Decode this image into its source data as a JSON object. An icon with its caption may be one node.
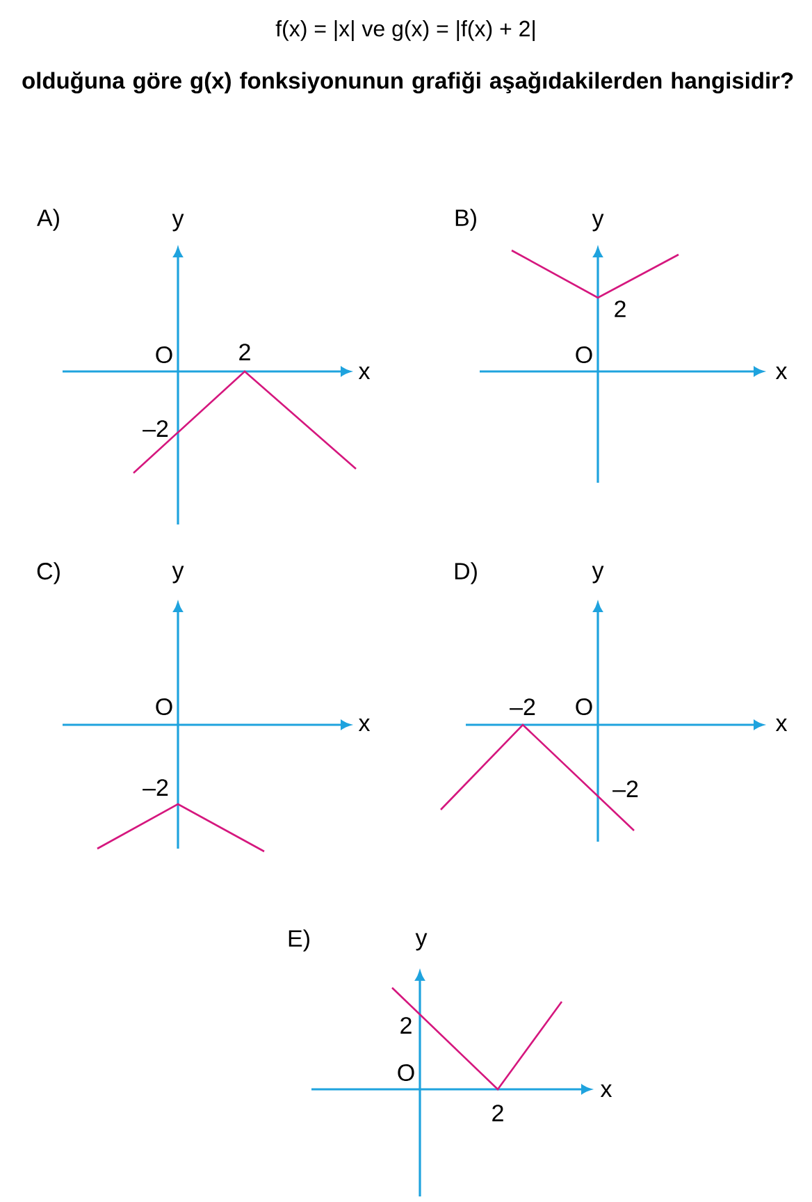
{
  "diagram": {
    "title": "f(x) = |x|  ve  g(x) = |f(x) + 2|",
    "labels": [
      "olduğuna göre g(x) fonksiyonunun grafiği aşağıdakilerden hangisidir?",
      "A)",
      "y",
      "O",
      "2",
      "x",
      "–2",
      "B)",
      "y",
      "2",
      "O",
      "x",
      "C)",
      "y",
      "O",
      "x",
      "–2",
      "D)",
      "y",
      "–2",
      "O",
      "x",
      "–2",
      "E)",
      "y",
      "2",
      "O",
      "x",
      "2"
    ]
  }
}
